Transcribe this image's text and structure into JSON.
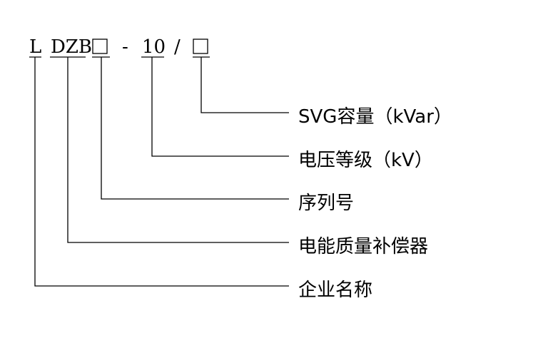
{
  "model_code": {
    "parts": [
      {
        "id": "company",
        "text": "L"
      },
      {
        "id": "product",
        "text": "DZB"
      },
      {
        "id": "serial",
        "text": "□"
      },
      {
        "id": "dash",
        "text": "-"
      },
      {
        "id": "voltage",
        "text": "10"
      },
      {
        "id": "slash",
        "text": "/"
      },
      {
        "id": "capacity",
        "text": "□"
      }
    ]
  },
  "labels": [
    {
      "for": "capacity",
      "text": "SVG容量（kVar）"
    },
    {
      "for": "voltage",
      "text": "电压等级（kV）"
    },
    {
      "for": "serial",
      "text": "序列号"
    },
    {
      "for": "product",
      "text": "电能质量补偿器"
    },
    {
      "for": "company",
      "text": "企业名称"
    }
  ]
}
